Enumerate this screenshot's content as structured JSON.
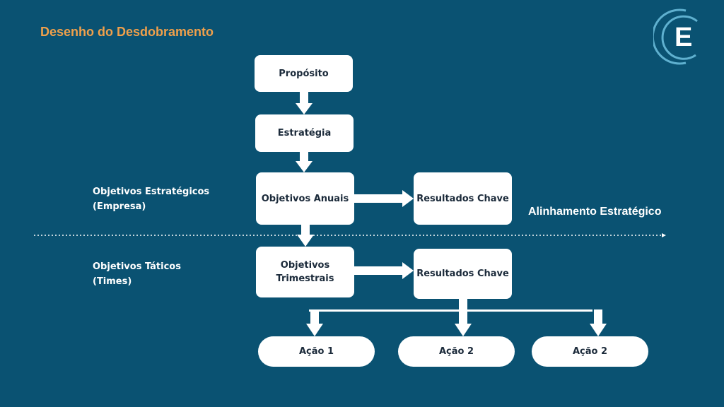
{
  "title": "Desenho do Desdobramento",
  "logo": {
    "letter": "E"
  },
  "boxes": {
    "proposito": "Propósito",
    "estrategia": "Estratégia",
    "objetivos_anuais": "Objetivos Anuais",
    "resultados_chave_1": "Resultados Chave",
    "objetivos_trimestrais_1": "Objetivos",
    "objetivos_trimestrais_2": "Trimestrais",
    "resultados_chave_2": "Resultados Chave",
    "acao_1": "Ação 1",
    "acao_2": "Ação 2",
    "acao_3": "Ação 2"
  },
  "side_labels": {
    "estrategicos_1": "Objetivos Estratégicos",
    "estrategicos_2": "(Empresa)",
    "taticos_1": "Objetivos Táticos",
    "taticos_2": "(Times)"
  },
  "alignment_label": "Alinhamento Estratégico",
  "colors": {
    "background": "#0a5272",
    "title": "#f0a04b",
    "logo_arc": "#5fb0cf"
  }
}
